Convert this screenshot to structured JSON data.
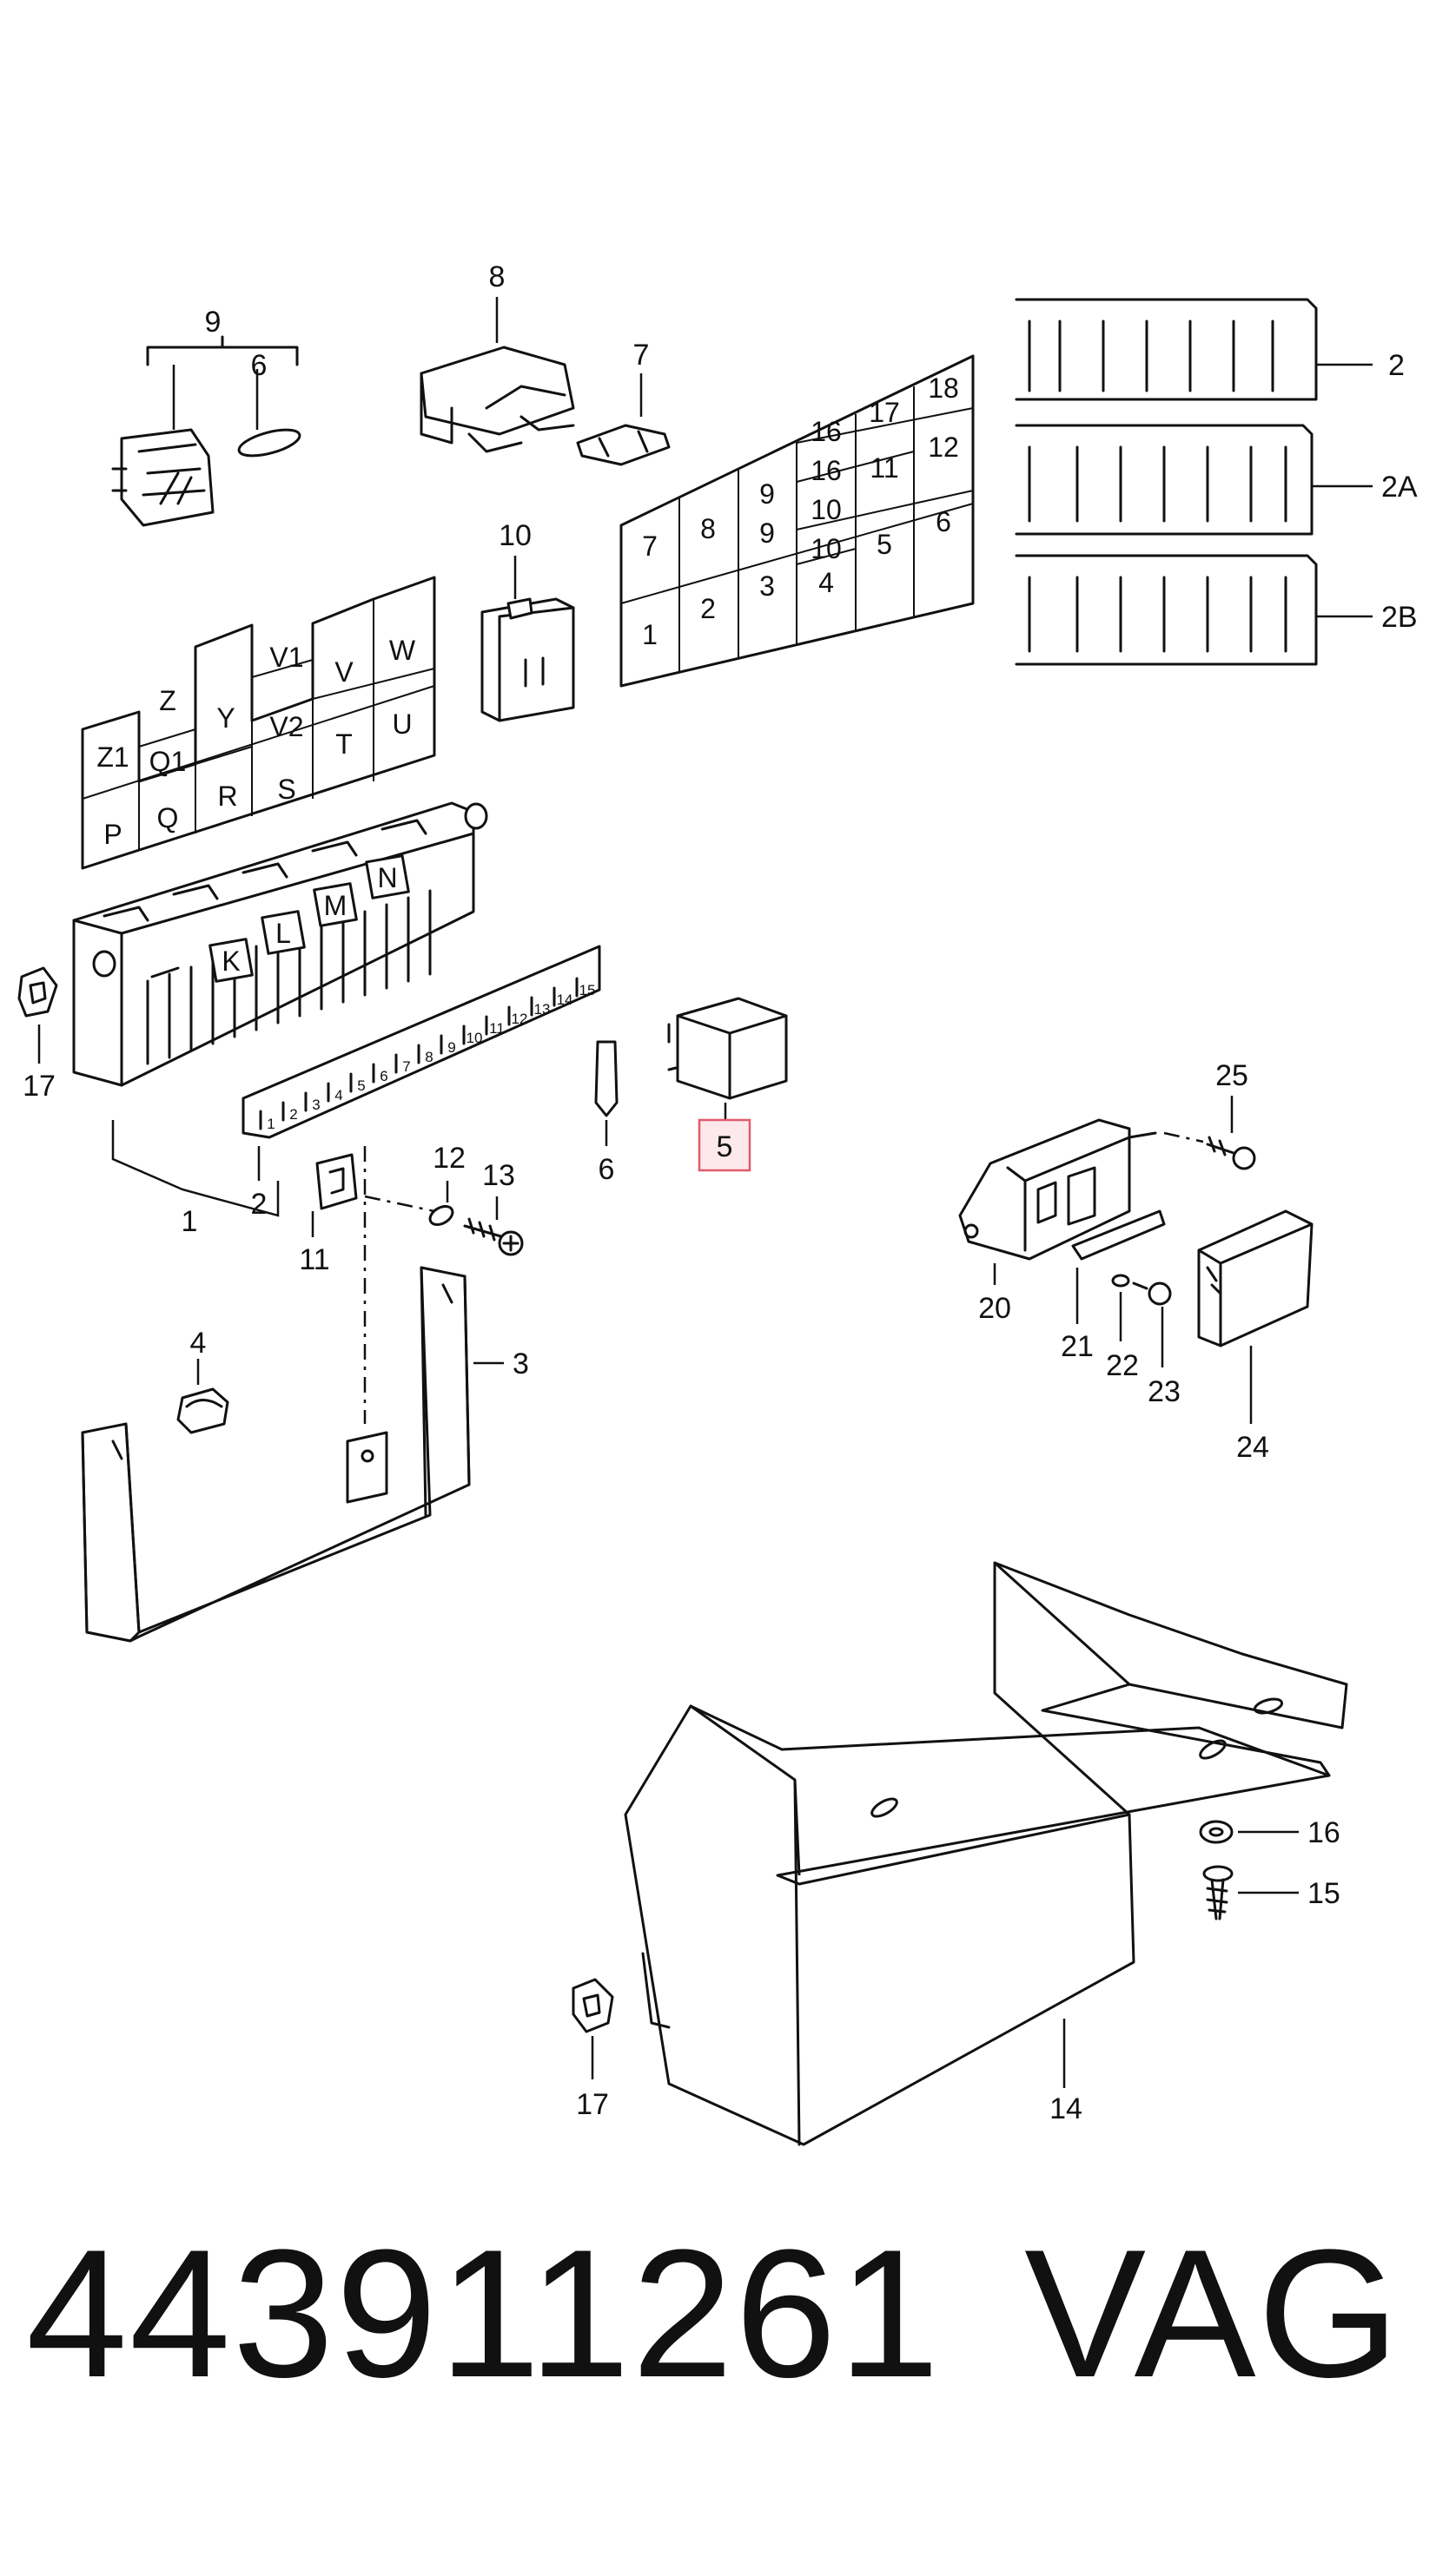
{
  "footer": {
    "part_number": "443911261",
    "brand": "VAG"
  },
  "callouts": {
    "c1": "1",
    "c2a": "2",
    "c2": "2",
    "c2A": "2A",
    "c2B": "2B",
    "c3": "3",
    "c4": "4",
    "c5": "5",
    "c6a": "6",
    "c6b": "6",
    "c7": "7",
    "c8": "8",
    "c9": "9",
    "c10": "10",
    "c11": "11",
    "c12": "12",
    "c13": "13",
    "c14": "14",
    "c15": "15",
    "c16": "16",
    "c17a": "17",
    "c17b": "17",
    "c20": "20",
    "c21": "21",
    "c22": "22",
    "c23": "23",
    "c24": "24",
    "c25": "25"
  },
  "relay_grid_left": [
    "Z1",
    "Q1",
    "Z",
    "Y",
    "V1",
    "V",
    "W",
    "V2",
    "T",
    "U",
    "P",
    "Q",
    "R",
    "S"
  ],
  "relay_panel_labels": [
    "K",
    "L",
    "M",
    "N"
  ],
  "fuse_grid_right": [
    "7",
    "8",
    "9",
    "9",
    "16",
    "17",
    "18",
    "16",
    "11",
    "12",
    "10",
    "10",
    "5",
    "6",
    "1",
    "2",
    "3",
    "4"
  ],
  "fuse_strip_numbers": [
    "1",
    "2",
    "3",
    "4",
    "5",
    "6",
    "7",
    "8",
    "9",
    "10",
    "11",
    "12",
    "13",
    "14",
    "15"
  ],
  "highlight_color": "#e05a6a"
}
